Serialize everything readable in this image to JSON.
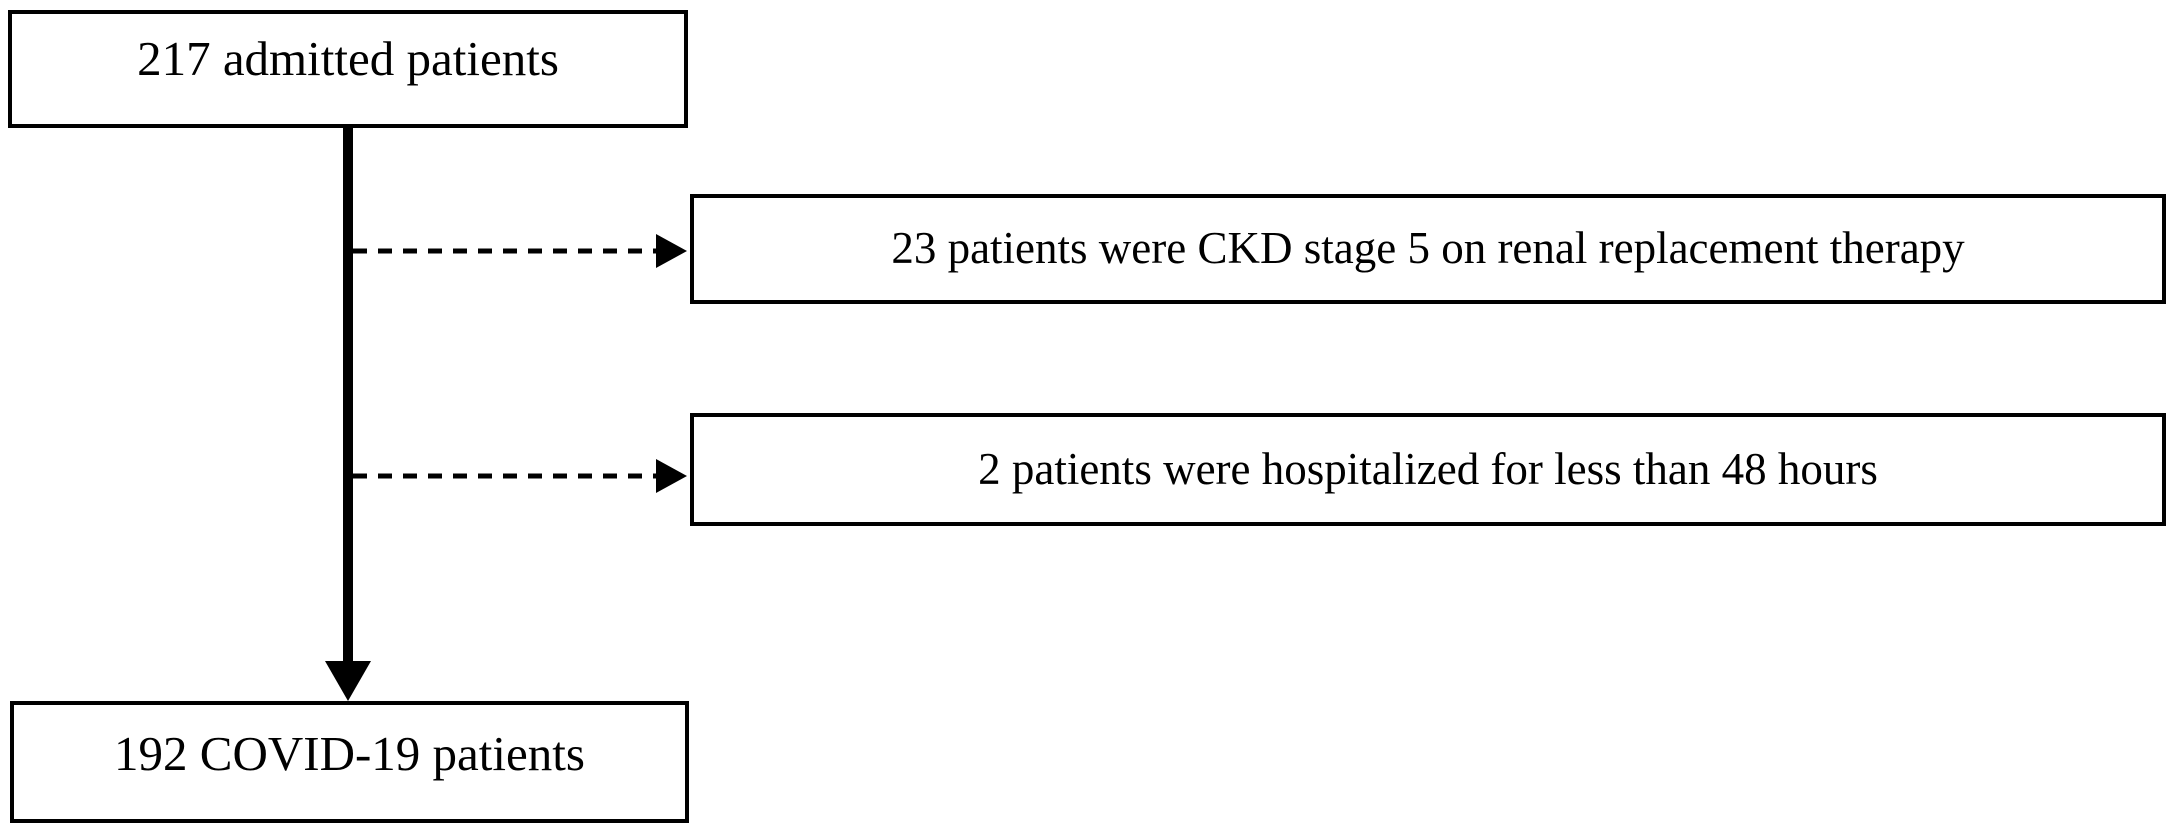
{
  "colors": {
    "background": "#ffffff",
    "line": "#000000",
    "text": "#000000"
  },
  "diagram": {
    "type": "flowchart",
    "nodes": [
      {
        "id": "admitted",
        "label": "217 admitted patients"
      },
      {
        "id": "excluded-ckd",
        "label": "23 patients were CKD stage 5 on renal replacement therapy"
      },
      {
        "id": "excluded-short-stay",
        "label": "2 patients were hospitalized for less than 48 hours"
      },
      {
        "id": "covid",
        "label": "192 COVID-19 patients"
      }
    ],
    "edges": [
      {
        "from": "admitted",
        "to": "covid",
        "style": "solid",
        "arrow": true
      },
      {
        "from": "admitted",
        "to": "excluded-ckd",
        "style": "dashed",
        "arrow": true
      },
      {
        "from": "admitted",
        "to": "excluded-short-stay",
        "style": "dashed",
        "arrow": true
      }
    ]
  }
}
